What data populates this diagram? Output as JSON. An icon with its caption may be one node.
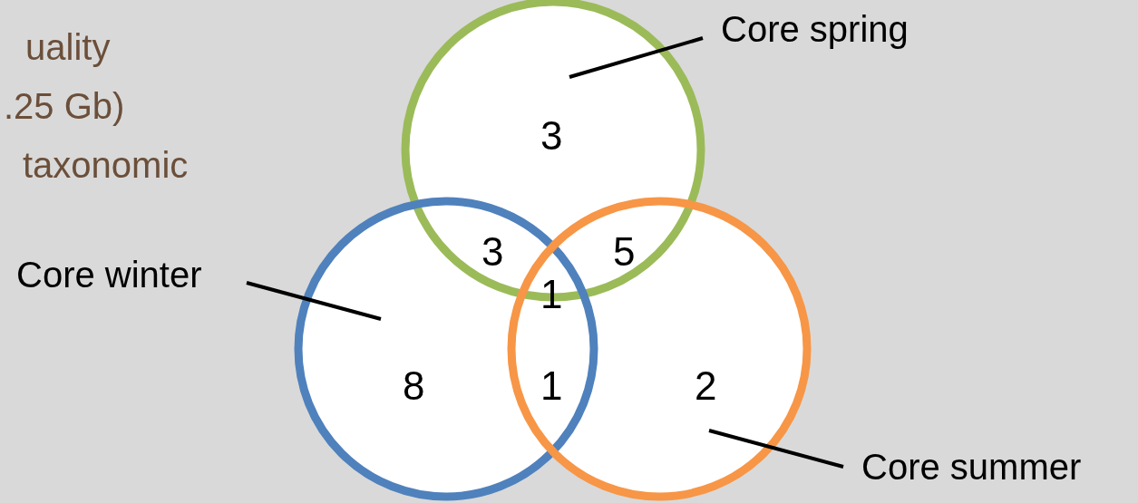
{
  "diagram": {
    "nodes": [
      {
        "text": [
          "Core spring"
        ]
      },
      {
        "text": [],
        "shape": "circle"
      },
      {
        "text": [
          "Core winter"
        ]
      },
      {
        "text": [],
        "shape": "circle"
      },
      {
        "text": [
          "Core summer"
        ]
      },
      {
        "text": [],
        "shape": "circle"
      }
    ],
    "edges": [
      {
        "from": 0,
        "to": 1,
        "arrow": "none"
      },
      {
        "from": 2,
        "to": 3,
        "arrow": "none"
      },
      {
        "from": 4,
        "to": 5,
        "arrow": "none"
      }
    ],
    "labels": [
      "uality",
      ".25 Gb)",
      "taxonomic",
      "3",
      "3",
      "5",
      "1",
      "8",
      "1",
      "2"
    ]
  }
}
